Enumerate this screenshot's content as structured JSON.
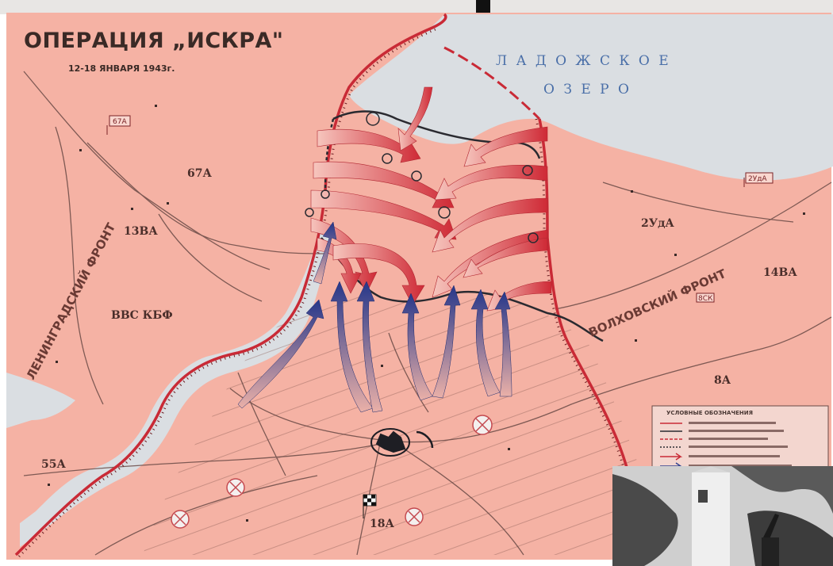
{
  "map": {
    "title": "ОПЕРАЦИЯ „ИСКРА\"",
    "dates": "12-18 ЯНВАРЯ 1943г.",
    "lake_line1": "Л А Д О Ж С К О Е",
    "lake_line2": "О З Е Р О",
    "front_leningrad": "ЛЕНИНГРАДСКИЙ ФРОНТ",
    "front_volkhov": "ВОЛХОВСКИЙ ФРОНТ",
    "labels": {
      "army_67": "67А",
      "army_13va": "13ВА",
      "army_vvs": "ВВС КБФ",
      "army_55": "55А",
      "army_2ud": "2УдА",
      "army_14va": "14ВА",
      "army_8": "8А",
      "army_18": "18А",
      "box_67a": "67А",
      "box_2uda": "2УдА",
      "box_small": "8СК"
    },
    "legend_title": "УСЛОВНЫЕ ОБОЗНАЧЕНИЯ"
  },
  "colors": {
    "land": "#f5b2a4",
    "water": "#dadee2",
    "soviet_red": "#d23a42",
    "german_blue": "#2e3f8e"
  },
  "icons": [
    "crossed-circle-icon",
    "checkered-flag-icon",
    "inset-photo"
  ]
}
